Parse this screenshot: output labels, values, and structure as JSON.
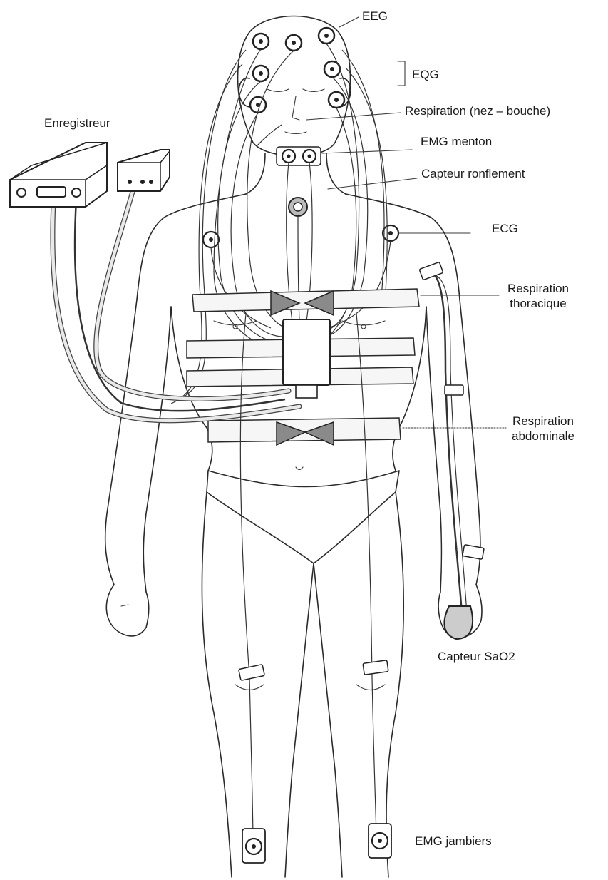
{
  "labels": {
    "eeg": "EEG",
    "eog": "EQG",
    "respiration_nose_mouth": "Respiration (nez – bouche)",
    "emg_chin": "EMG menton",
    "snore_sensor": "Capteur ronflement",
    "ecg": "ECG",
    "respiration_thoracic": "Respiration\nthoracique",
    "respiration_abdominal": "Respiration\nabdominale",
    "recorder": "Enregistreur",
    "sao2_sensor": "Capteur SaO2",
    "emg_legs": "EMG jambiers"
  },
  "colors": {
    "ink": "#2a2a2a",
    "paper": "#ffffff",
    "clip_fill": "#8a8a8a"
  }
}
